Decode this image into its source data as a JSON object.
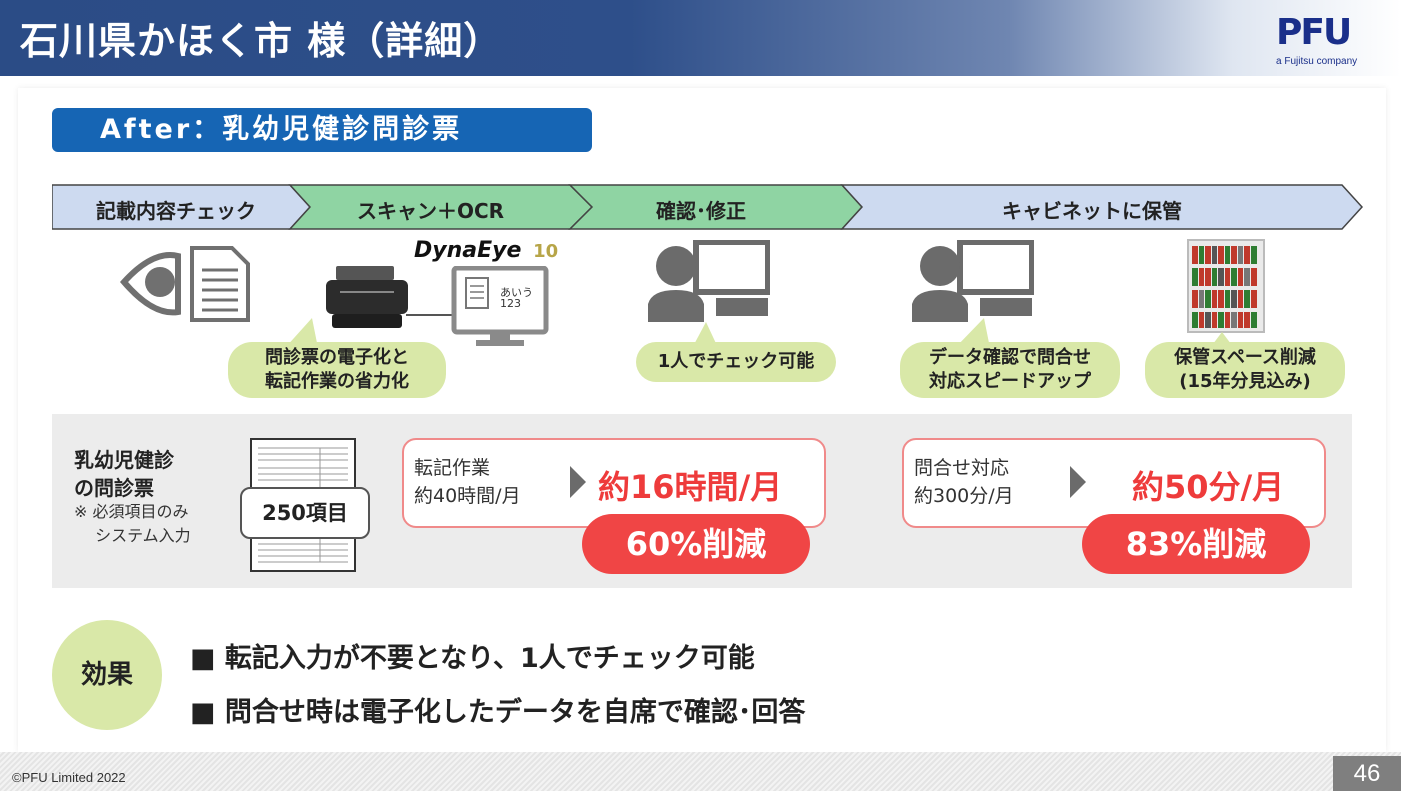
{
  "header": {
    "title": "石川県かほく市 様（詳細）",
    "logo": "PFU",
    "logo_sub": "a Fujitsu company"
  },
  "after_label": "After：乳幼児健診問診票",
  "flow_steps": [
    {
      "label": "記載内容チェック",
      "color": "#cddaf0"
    },
    {
      "label": "スキャン＋OCR",
      "color": "#8fd4a3"
    },
    {
      "label": "確認･修正",
      "color": "#8fd4a3"
    },
    {
      "label": "キャビネットに保管",
      "color": "#cddaf0"
    }
  ],
  "software": {
    "name": "DynaEye",
    "version": "10",
    "screen_text_1": "あいう",
    "screen_text_2": "123"
  },
  "bubbles": {
    "b1_line1": "問診票の電子化と",
    "b1_line2": "転記作業の省力化",
    "b2": "1人でチェック可能",
    "b3_line1": "データ確認で問合せ",
    "b3_line2": "対応スピードアップ",
    "b4_line1": "保管スペース削減",
    "b4_line2": "(15年分見込み)"
  },
  "panel": {
    "title_line1": "乳幼児健診",
    "title_line2": "の問診票",
    "note_line1": "※ 必須項目のみ",
    "note_line2": "　 システム入力",
    "items": "250項目"
  },
  "metrics": [
    {
      "label_line1": "転記作業",
      "label_line2": "約40時間/月",
      "value": "約16時間/月",
      "reduction": "60%削減"
    },
    {
      "label_line1": "問合せ対応",
      "label_line2": "約300分/月",
      "value": "約50分/月",
      "reduction": "83%削減"
    }
  ],
  "effect": {
    "label": "効果",
    "line1": "■  転記入力が不要となり、1人でチェック可能",
    "line2": "■  問合せ時は電子化したデータを自席で確認･回答"
  },
  "footer": {
    "copyright": "©PFU Limited 2022",
    "page": "46"
  },
  "colors": {
    "header_blue": "#2b4c86",
    "accent_blue": "#1665b4",
    "green_bubble": "#d9e8a8",
    "red": "#ee3b3b",
    "icon_gray": "#6b6b6b"
  }
}
